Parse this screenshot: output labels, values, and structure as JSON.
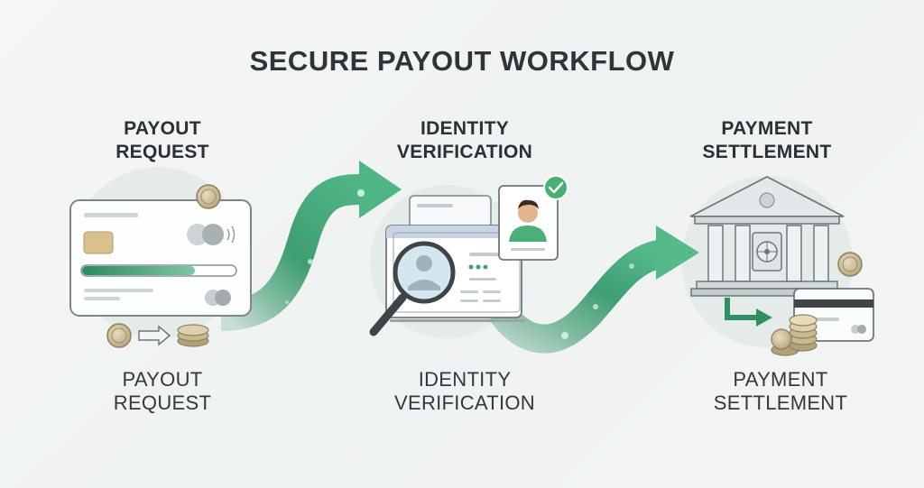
{
  "title": "SECURE PAYOUT WORKFLOW",
  "steps": [
    {
      "top_line1": "PAYOUT",
      "top_line2": "REQUEST",
      "bottom_line1": "PAYOUT",
      "bottom_line2": "REQUEST"
    },
    {
      "top_line1": "IDENTITY",
      "top_line2": "VERIFICATION",
      "bottom_line1": "IDENTITY",
      "bottom_line2": "VERIFICATION"
    },
    {
      "top_line1": "PAYMENT",
      "top_line2": "SETTLEMENT",
      "bottom_line1": "PAYMENT",
      "bottom_line2": "SETTLEMENT"
    }
  ],
  "colors": {
    "accent_green": "#3f9e73",
    "dark_green": "#2a7c58",
    "check_green": "#46b070",
    "text_dark": "#2e3438"
  },
  "icons": [
    "card-icon",
    "coin-icon",
    "arrow-right-icon",
    "id-card-icon",
    "magnifier-icon",
    "checkmark-icon",
    "bank-icon",
    "vault-icon",
    "credit-card-icon",
    "coin-stack-icon"
  ]
}
